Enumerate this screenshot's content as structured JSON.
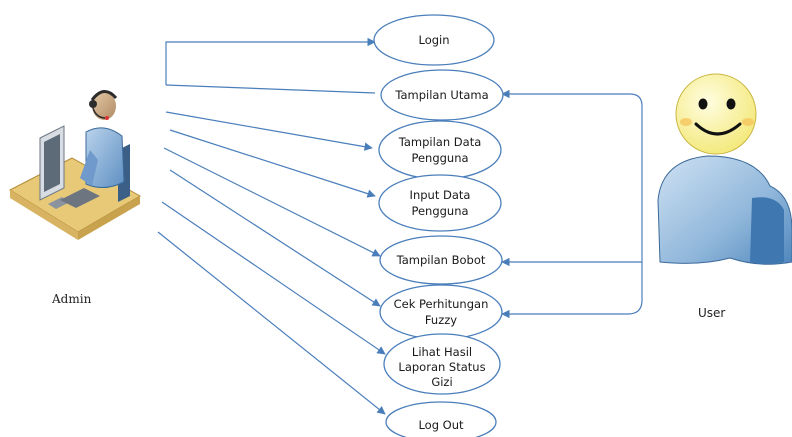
{
  "actors": {
    "admin": {
      "label": "Admin"
    },
    "user": {
      "label": "User"
    }
  },
  "use_cases": [
    {
      "id": "login",
      "lines": [
        "Login"
      ]
    },
    {
      "id": "tampilan-utama",
      "lines": [
        "Tampilan Utama"
      ]
    },
    {
      "id": "tampilan-data-pengguna",
      "lines": [
        "Tampilan Data",
        "Pengguna"
      ]
    },
    {
      "id": "input-data-pengguna",
      "lines": [
        "Input Data",
        "Pengguna"
      ]
    },
    {
      "id": "tampilan-bobot",
      "lines": [
        "Tampilan Bobot"
      ]
    },
    {
      "id": "cek-perhitungan-fuzzy",
      "lines": [
        "Cek Perhitungan",
        "Fuzzy"
      ]
    },
    {
      "id": "lihat-hasil-laporan",
      "lines": [
        "Lihat Hasil",
        "Laporan Status",
        "Gizi"
      ]
    },
    {
      "id": "log-out",
      "lines": [
        "Log Out"
      ]
    }
  ],
  "colors": {
    "line": "#4a7ebb",
    "smiley_face": "#fdf6a3",
    "smiley_cheek": "#f6c35a",
    "user_body": "#8fb6da",
    "admin_desk": "#e8c977"
  }
}
